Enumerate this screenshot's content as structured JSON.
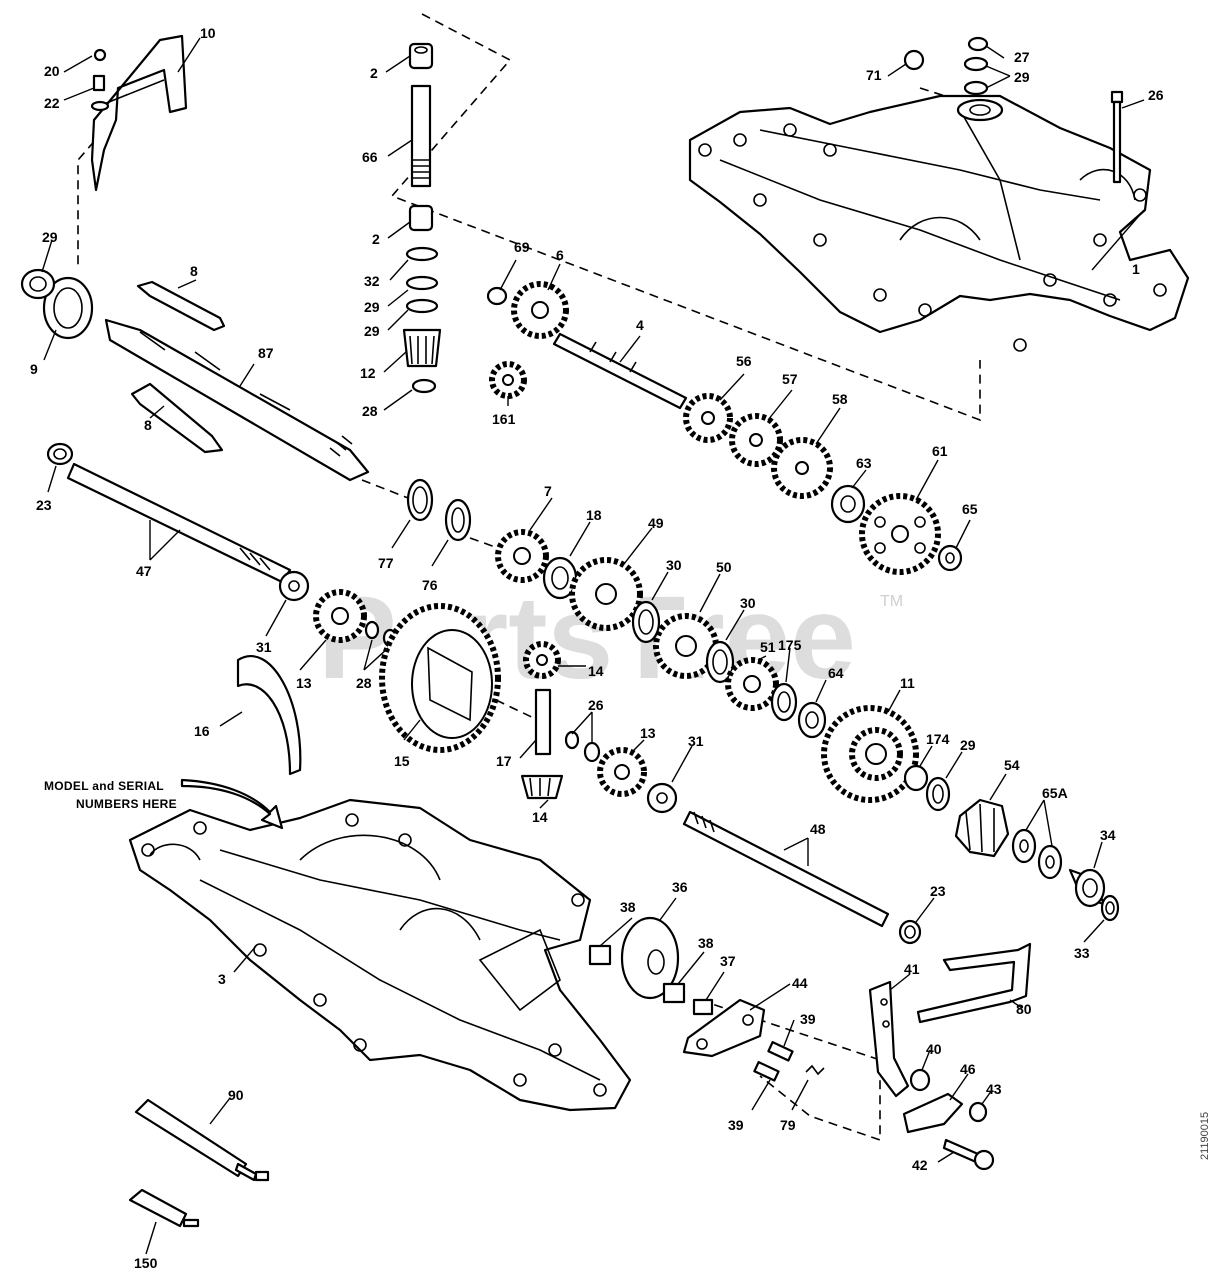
{
  "watermark": {
    "text": "PartsTree",
    "tm": "TM"
  },
  "note": {
    "line1": "MODEL and SERIAL",
    "line2": "NUMBERS HERE"
  },
  "side_code": "21190015",
  "labels": {
    "l1": "1",
    "l2a": "2",
    "l2b": "2",
    "l3": "3",
    "l4": "4",
    "l6": "6",
    "l7": "7",
    "l8a": "8",
    "l8b": "8",
    "l9": "9",
    "l10": "10",
    "l11": "11",
    "l12": "12",
    "l13a": "13",
    "l13b": "13",
    "l14a": "14",
    "l14b": "14",
    "l15": "15",
    "l16": "16",
    "l17": "17",
    "l18": "18",
    "l20": "20",
    "l22": "22",
    "l23a": "23",
    "l23b": "23",
    "l26a": "26",
    "l26b": "26",
    "l27": "27",
    "l28a": "28",
    "l28b": "28",
    "l29a": "29",
    "l29b": "29",
    "l29c": "29",
    "l29d": "29",
    "l29e": "29",
    "l30a": "30",
    "l30b": "30",
    "l31a": "31",
    "l31b": "31",
    "l32": "32",
    "l33": "33",
    "l34": "34",
    "l36": "36",
    "l37": "37",
    "l38a": "38",
    "l38b": "38",
    "l39a": "39",
    "l39b": "39",
    "l40": "40",
    "l41": "41",
    "l42": "42",
    "l43": "43",
    "l44": "44",
    "l46": "46",
    "l47": "47",
    "l48": "48",
    "l49": "49",
    "l50": "50",
    "l51": "51",
    "l54": "54",
    "l56": "56",
    "l57": "57",
    "l58": "58",
    "l61": "61",
    "l63": "63",
    "l64": "64",
    "l65": "65",
    "l65a": "65A",
    "l66": "66",
    "l69": "69",
    "l71": "71",
    "l76": "76",
    "l77": "77",
    "l79": "79",
    "l80": "80",
    "l87": "87",
    "l90": "90",
    "l150": "150",
    "l161": "161",
    "l174": "174",
    "l175": "175"
  }
}
